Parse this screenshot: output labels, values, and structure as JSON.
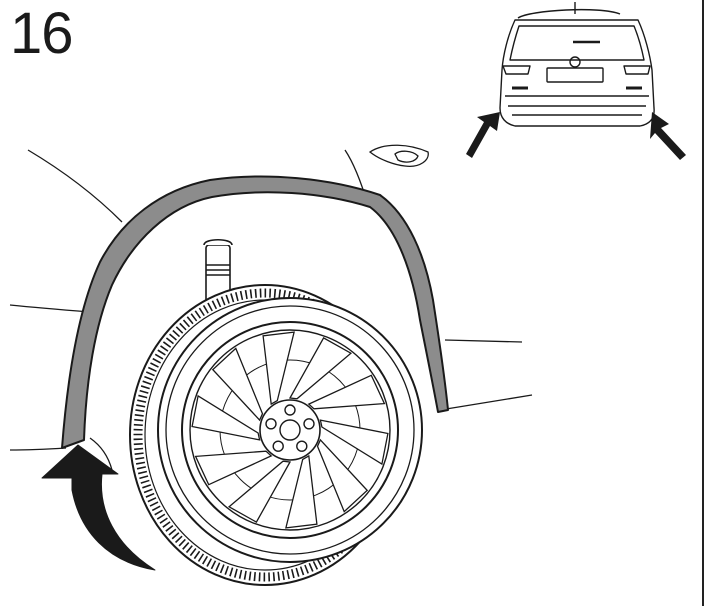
{
  "step": {
    "number": "16"
  },
  "colors": {
    "line": "#1a1a1a",
    "liner_fill": "#8c8c8c",
    "background": "#ffffff"
  },
  "illustration": {
    "main": "wheel-arch-liner-installation",
    "inset": "vehicle-rear-view"
  },
  "icons": [
    "curved-insert-arrow-icon",
    "pointer-arrow-left-icon",
    "pointer-arrow-right-icon"
  ]
}
